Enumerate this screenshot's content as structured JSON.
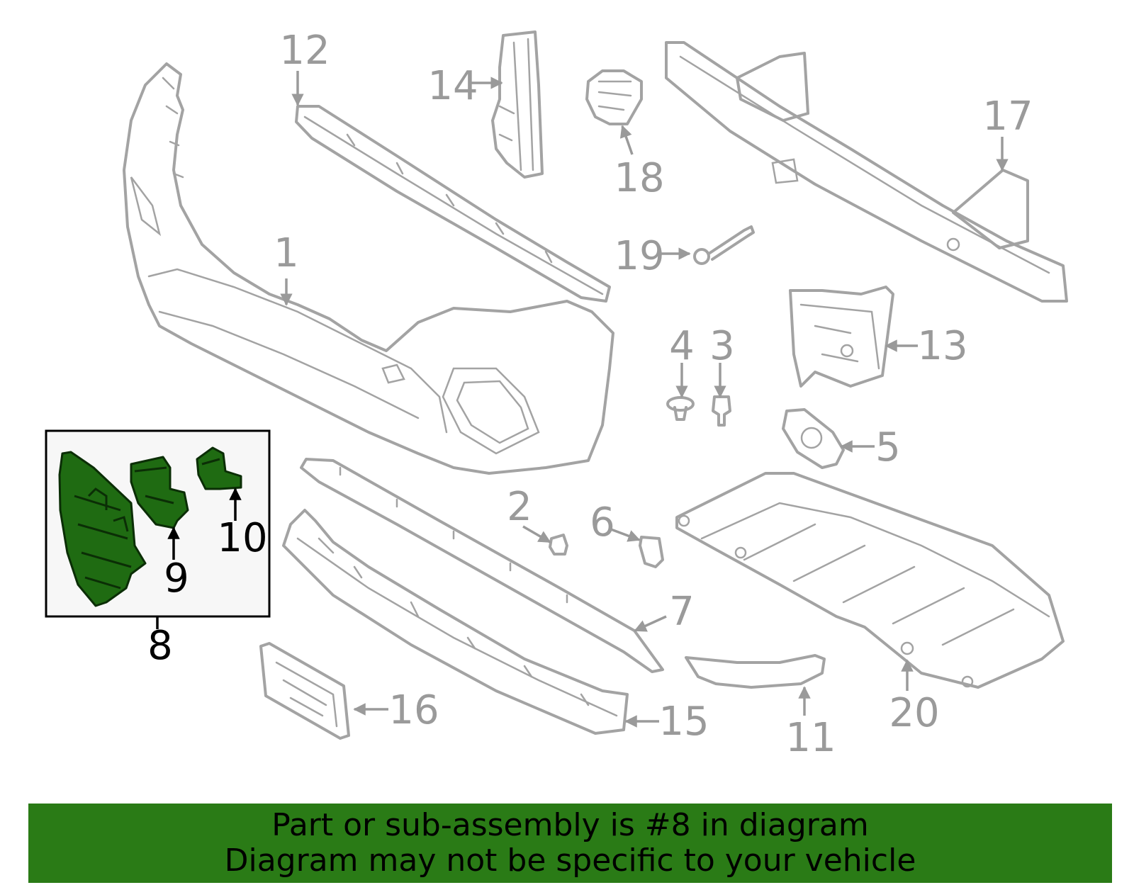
{
  "callouts": {
    "c1": "1",
    "c2": "2",
    "c3": "3",
    "c4": "4",
    "c5": "5",
    "c6": "6",
    "c7": "7",
    "c8": "8",
    "c9": "9",
    "c10": "10",
    "c11": "11",
    "c12": "12",
    "c13": "13",
    "c14": "14",
    "c15": "15",
    "c16": "16",
    "c17": "17",
    "c18": "18",
    "c19": "19",
    "c20": "20"
  },
  "highlighted_part": "8",
  "banner": {
    "line1": "Part or sub-assembly is #8 in diagram",
    "line2": "Diagram may not be specific to your vehicle"
  },
  "colors": {
    "highlight_green": "#2a7b16",
    "part_green": "#1f6b12",
    "line_gray": "#a3a3a3"
  }
}
